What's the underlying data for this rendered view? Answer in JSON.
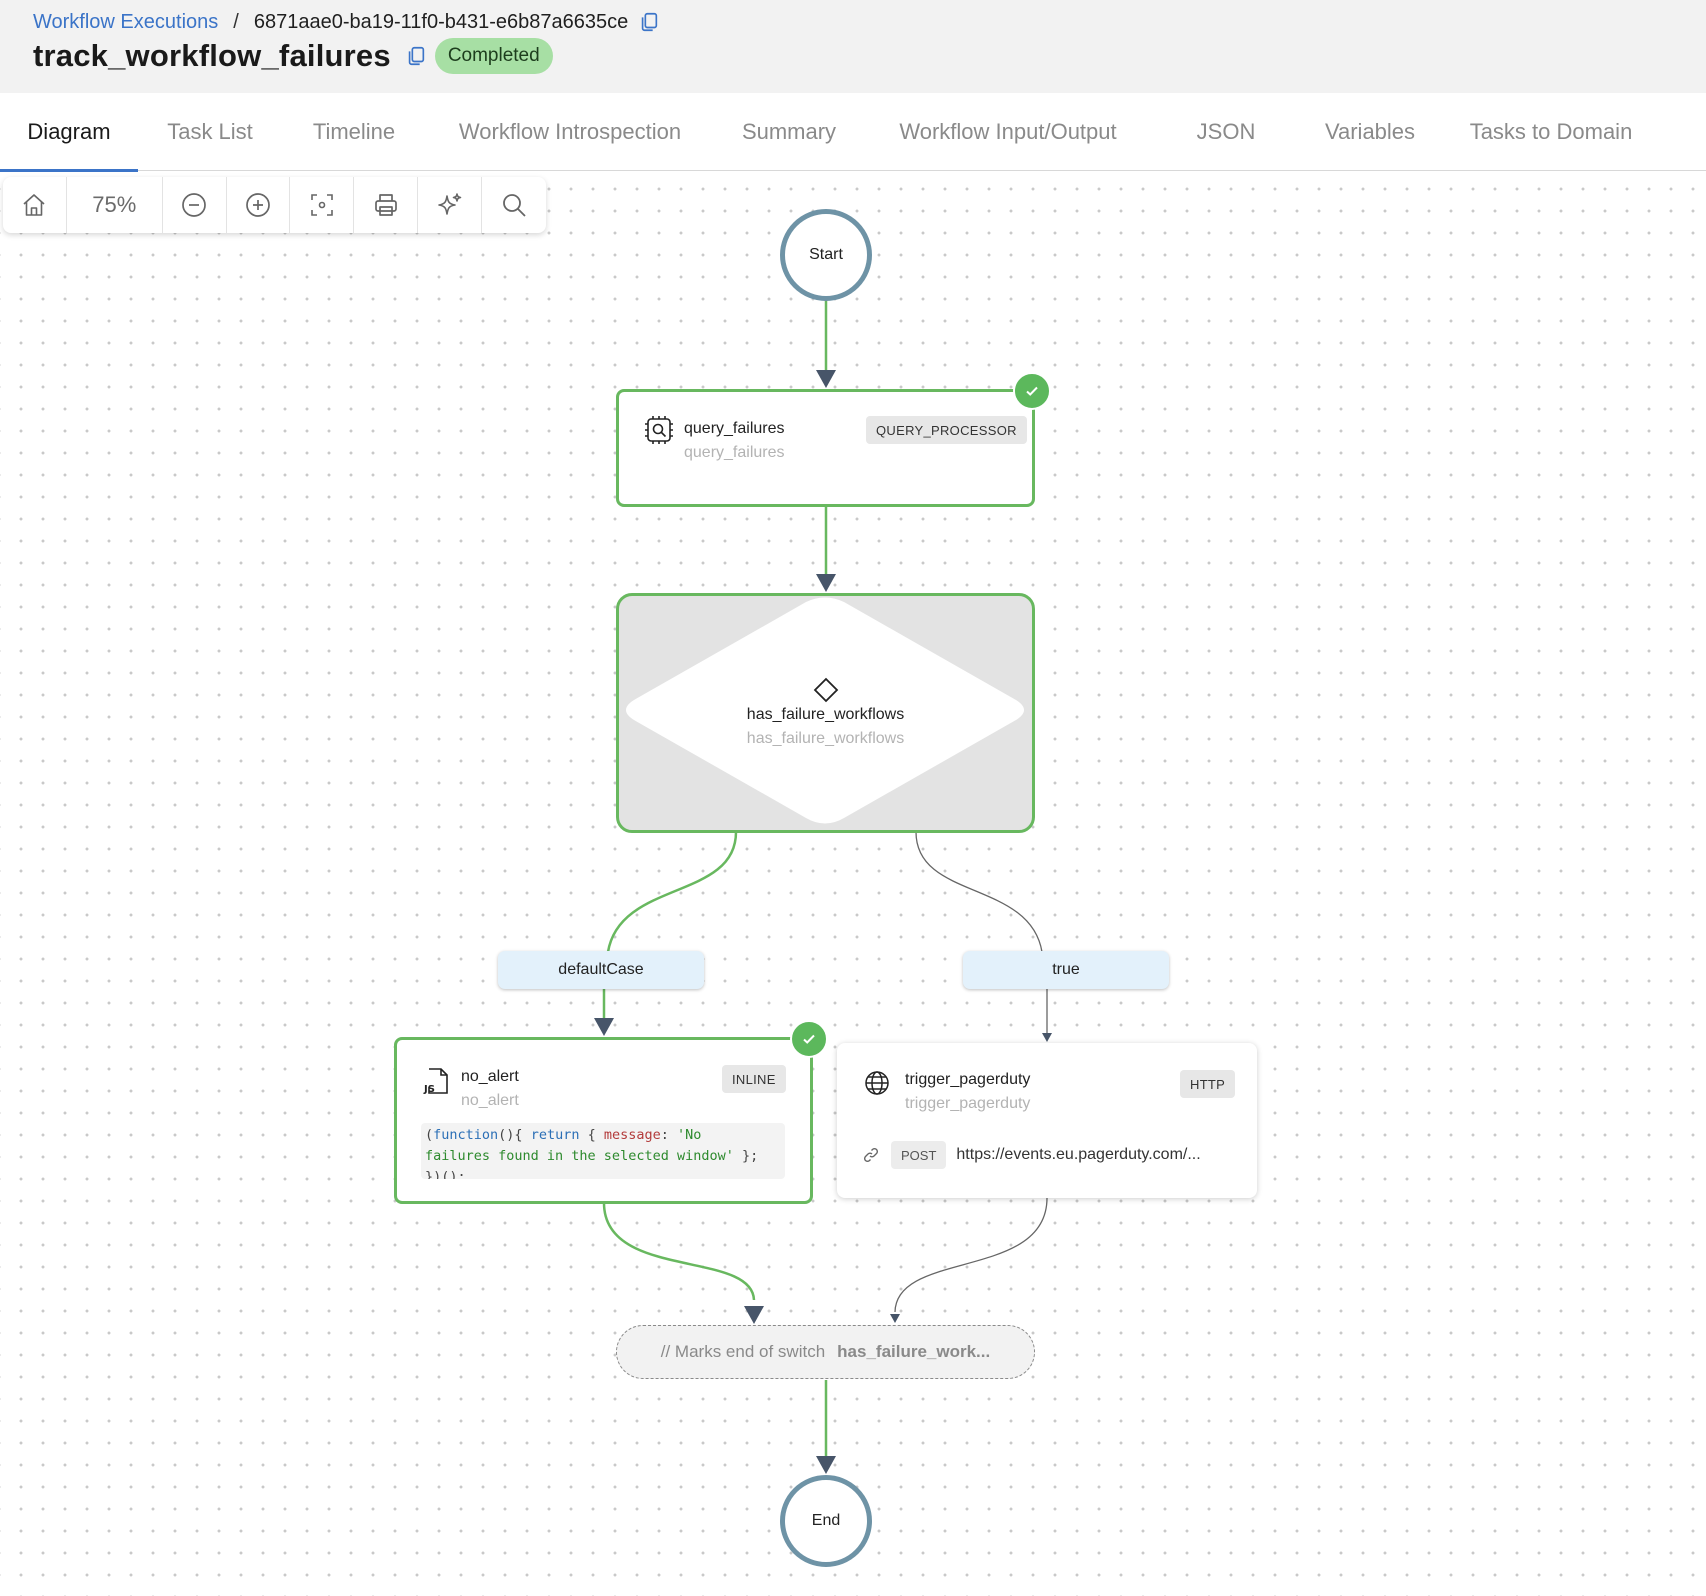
{
  "header": {
    "breadcrumb_link": "Workflow Executions",
    "breadcrumb_separator": "/",
    "execution_id": "6871aae0-ba19-11f0-b431-e6b87a6635ce",
    "title": "track_workflow_failures",
    "status": "Completed",
    "status_color": "#a7dfa4"
  },
  "tabs": [
    {
      "label": "Diagram",
      "active": true
    },
    {
      "label": "Task List"
    },
    {
      "label": "Timeline"
    },
    {
      "label": "Workflow Introspection"
    },
    {
      "label": "Summary"
    },
    {
      "label": "Workflow Input/Output"
    },
    {
      "label": "JSON"
    },
    {
      "label": "Variables"
    },
    {
      "label": "Tasks to Domain"
    }
  ],
  "toolbar": {
    "zoom": "75%",
    "icons": [
      "home-icon",
      "zoom-out-icon",
      "zoom-in-icon",
      "fit-view-icon",
      "print-icon",
      "sparkle-icon",
      "search-icon"
    ]
  },
  "diagram": {
    "start_label": "Start",
    "end_label": "End",
    "query_task": {
      "name": "query_failures",
      "ref": "query_failures",
      "type": "QUERY_PROCESSOR",
      "icon": "query-processor-icon",
      "completed": true
    },
    "switch_task": {
      "name": "has_failure_workflows",
      "ref": "has_failure_workflows",
      "icon": "diamond-icon"
    },
    "cases": {
      "default": "defaultCase",
      "true": "true"
    },
    "inline_task": {
      "name": "no_alert",
      "ref": "no_alert",
      "type": "INLINE",
      "icon": "javascript-file-icon",
      "completed": true,
      "code_line1_a": "(",
      "code_line1_kw": "function",
      "code_line1_b": "(){ ",
      "code_line1_ret": "return",
      "code_line1_c": " { ",
      "code_line1_prop": "message",
      "code_line1_d": ": ",
      "code_line1_str": "'No",
      "code_line2_str": "failures found in the selected window'",
      "code_line2_e": " };",
      "code_line3": "})();"
    },
    "http_task": {
      "name": "trigger_pagerduty",
      "ref": "trigger_pagerduty",
      "type": "HTTP",
      "icon": "globe-icon",
      "method": "POST",
      "url": "https://events.eu.pagerduty.com/..."
    },
    "join": {
      "comment": "// Marks end of switch",
      "ref": "has_failure_work..."
    },
    "colors": {
      "success": "#68b85f",
      "node_ring": "#6e93a6",
      "edge_inactive": "#666666",
      "accent": "#3b74c8"
    }
  }
}
